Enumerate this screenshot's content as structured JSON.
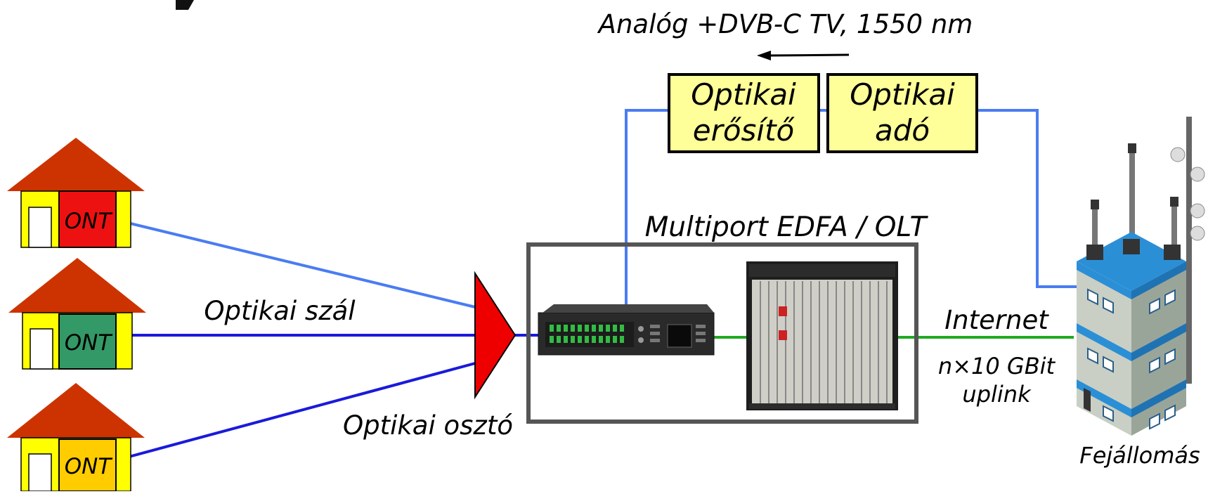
{
  "labels": {
    "analog_tv": "Analóg +DVB-C TV, 1550 nm",
    "optical_amp_line1": "Optikai",
    "optical_amp_line2": "erősítő",
    "optical_tx_line1": "Optikai",
    "optical_tx_line2": "adó",
    "multiport": "Multiport EDFA / OLT",
    "fiber": "Optikai szál",
    "splitter": "Optikai osztó",
    "internet": "Internet",
    "uplink_line1": "n×10 GBit",
    "uplink_line2": "uplink",
    "headend": "Fejállomás",
    "ont_1": "ONT",
    "ont_2": "ONT",
    "ont_3": "ONT"
  },
  "colors": {
    "roof": "#cc3300",
    "house_wall": "#ffff00",
    "ont_1": "#ee1111",
    "ont_2": "#339966",
    "ont_3": "#ffcc00",
    "fiber_dark": "#1a1adb",
    "fiber_light": "#4a7cf2",
    "uplink_green": "#22aa22",
    "splitter": "#ee0000",
    "box_fill": "#ffff99"
  }
}
